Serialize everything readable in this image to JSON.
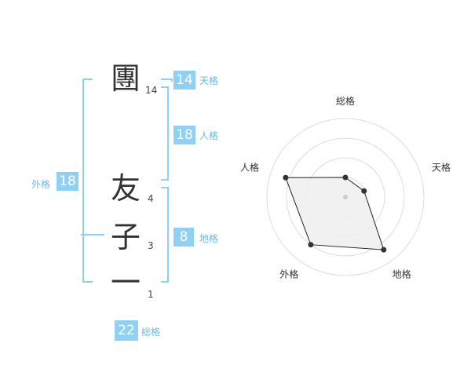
{
  "name_chars": [
    {
      "char": "團",
      "strokes": "14"
    },
    {
      "char": "友",
      "strokes": "4"
    },
    {
      "char": "子",
      "strokes": "3"
    },
    {
      "char": "一",
      "strokes": "1"
    }
  ],
  "kaku": {
    "tenkaku": {
      "value": "14",
      "label": "天格"
    },
    "jinkaku": {
      "value": "18",
      "label": "人格"
    },
    "chikaku": {
      "value": "8",
      "label": "地格"
    },
    "gaikaku": {
      "value": "18",
      "label": "外格"
    },
    "soukaku": {
      "value": "22",
      "label": "総格"
    }
  },
  "colors": {
    "accent": "#8fd0f5",
    "label": "#6cb8e6",
    "polygon_fill": "#eeeeee",
    "ring": "#dddddd"
  },
  "chart_data": {
    "type": "radar",
    "axes": [
      "総格",
      "天格",
      "地格",
      "外格",
      "人格"
    ],
    "values": [
      0.25,
      0.25,
      0.83,
      0.75,
      0.8
    ],
    "range": [
      0,
      1
    ],
    "rings": 4
  }
}
